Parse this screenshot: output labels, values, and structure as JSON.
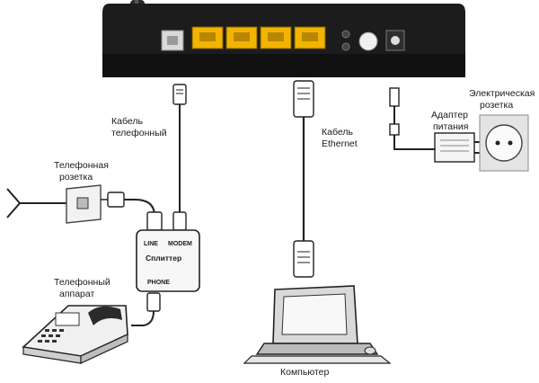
{
  "labels": {
    "phone_cable": [
      "Кабель",
      "телефонный"
    ],
    "ethernet_cable": [
      "Кабель",
      "Ethernet"
    ],
    "adapter": [
      "Адаптер",
      "питания"
    ],
    "outlet": [
      "Электрическая",
      "розетка"
    ],
    "phone_socket": [
      "Телефонная",
      "розетка"
    ],
    "telephone": [
      "Телефонный",
      "аппарат"
    ],
    "computer": "Компьютер"
  },
  "splitter": {
    "line": "LINE",
    "modem": "MODEM",
    "name": "Сплиттер",
    "phone": "PHONE"
  }
}
